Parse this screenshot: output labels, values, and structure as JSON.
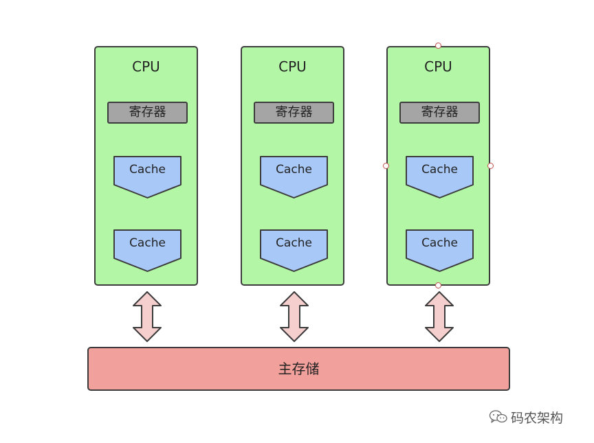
{
  "cpus": [
    {
      "title": "CPU",
      "register": "寄存器",
      "caches": [
        "Cache",
        "Cache"
      ]
    },
    {
      "title": "CPU",
      "register": "寄存器",
      "caches": [
        "Cache",
        "Cache"
      ]
    },
    {
      "title": "CPU",
      "register": "寄存器",
      "caches": [
        "Cache",
        "Cache"
      ]
    }
  ],
  "memory": {
    "label": "主存储"
  },
  "watermark": {
    "text": "码农架构",
    "icon": "wechat-icon"
  },
  "colors": {
    "cpu_fill": "#b3f7a6",
    "register_fill": "#a5a5a5",
    "cache_fill": "#a8c8f8",
    "memory_fill": "#f2a09b",
    "arrow_fill": "#f5cfcd",
    "outline": "#3b3b3b"
  }
}
